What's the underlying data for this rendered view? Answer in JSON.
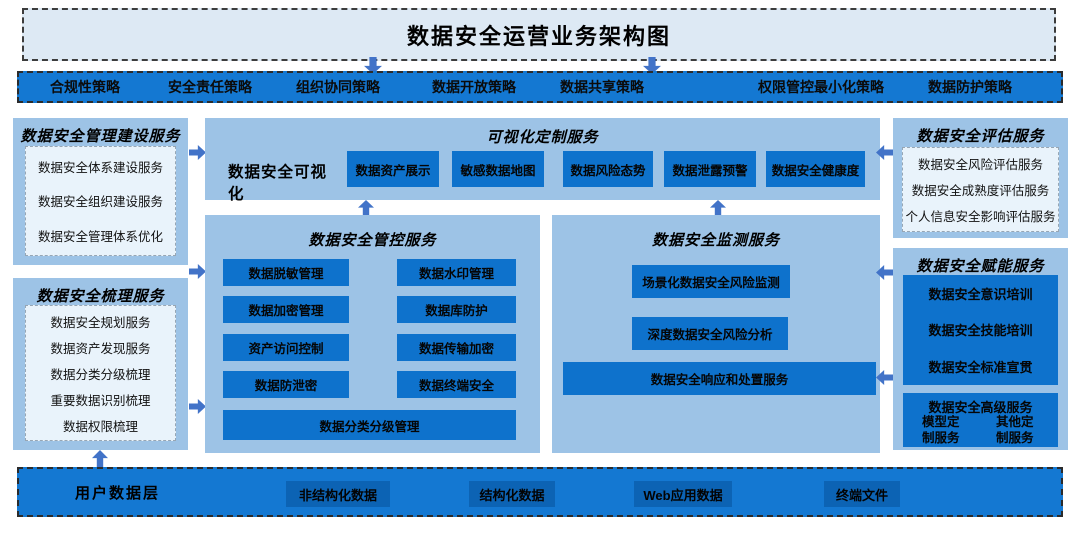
{
  "title": "数据安全运营业务架构图",
  "policy_bar": {
    "items": [
      "合规性策略",
      "安全责任策略",
      "组织协同策略",
      "数据开放策略",
      "数据共享策略",
      "权限管控最小化策略",
      "数据防护策略"
    ]
  },
  "left_column": {
    "management": {
      "title": "数据安全管理建设服务",
      "items": [
        "数据安全体系建设服务",
        "数据安全组织建设服务",
        "数据安全管理体系优化"
      ]
    },
    "sorting": {
      "title": "数据安全梳理服务",
      "items": [
        "数据安全规划服务",
        "数据资产发现服务",
        "数据分类分级梳理",
        "重要数据识别梳理",
        "数据权限梳理"
      ]
    }
  },
  "visualization": {
    "title": "可视化定制服务",
    "label": "数据安全可视化",
    "buttons": [
      "数据资产展示",
      "敏感数据地图",
      "数据风险态势",
      "数据泄露预警",
      "数据安全健康度"
    ]
  },
  "control": {
    "title": "数据安全管控服务",
    "left_buttons": [
      "数据脱敏管理",
      "数据加密管理",
      "资产访问控制",
      "数据防泄密"
    ],
    "right_buttons": [
      "数据水印管理",
      "数据库防护",
      "数据传输加密",
      "数据终端安全"
    ],
    "bottom_button": "数据分类分级管理"
  },
  "monitoring": {
    "title": "数据安全监测服务",
    "buttons": [
      "场景化数据安全风险监测",
      "深度数据安全风险分析",
      "数据安全响应和处置服务"
    ]
  },
  "right_column": {
    "assessment": {
      "title": "数据安全评估服务",
      "items": [
        "数据安全风险评估服务",
        "数据安全成熟度评估服务",
        "个人信息安全影响评估服务"
      ]
    },
    "enablement": {
      "title": "数据安全赋能服务",
      "items": [
        "数据安全意识培训",
        "数据安全技能培训",
        "数据安全标准宣贯"
      ],
      "advanced": {
        "title": "数据安全高级服务",
        "columns": [
          "模型定制服务",
          "其他定制服务"
        ]
      }
    }
  },
  "bottom_bar": {
    "label": "用户数据层",
    "buttons": [
      "非结构化数据",
      "结构化数据",
      "Web应用数据",
      "终端文件"
    ]
  },
  "colors": {
    "bar_blue": "#1478d2",
    "panel_blue": "#9dc3e6",
    "button_blue": "#0e72cc",
    "bottom_button_blue": "#0c63b4",
    "inner_light": "#e9f3fb",
    "title_bg": "#dde9f4",
    "arrow_blue": "#4273c8"
  }
}
